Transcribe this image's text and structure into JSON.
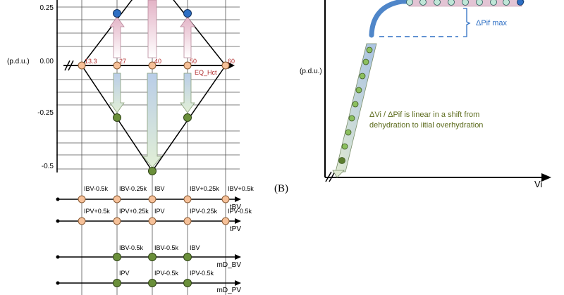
{
  "panel_a": {
    "y_axis_unit": "(p.d.u.)",
    "y_ticks": [
      "0.25",
      "0.00",
      "-0.25",
      "-0.5"
    ],
    "hct_ticks": [
      "13.3",
      "27",
      "40",
      "50",
      "60"
    ],
    "eq_label": "EQ_Hct",
    "tbv_labels": [
      "IBV-0.5k",
      "IBV-0.25k",
      "IBV",
      "IBV+0.25k",
      "IBV+0.5k"
    ],
    "tbv_axis": "tBV",
    "tpv_labels": [
      "IPV+0.5k",
      "IPV+0.25k",
      "IPV",
      "IPV-0.25k",
      "IPV-0.5k"
    ],
    "tpv_axis": "tPV",
    "mdbv_labels": [
      "IBV-0.5k",
      "IBV-0.5k",
      "IBV"
    ],
    "mdbv_axis": "mD_BV",
    "mdpv_labels": [
      "IPV",
      "IPV-0.5k",
      "IPV-0.5k"
    ],
    "mdpv_axis": "mD_PV"
  },
  "panel_b": {
    "label": "(B)",
    "y_axis_unit": "(p.d.u.)",
    "x_axis_label": "Vi",
    "delta_label": "ΔPif max",
    "note_line1": "ΔVi / ΔPif is linear in a shift from",
    "note_line2": "dehydration to iitial overhydration"
  },
  "colors": {
    "orange_node": "#f6c199",
    "blue_node": "#2e6fc4",
    "green_node": "#6a8f3a",
    "teal_node": "#bfe6d7",
    "accent_red": "#b02a2a",
    "curve_blue": "#4f86c9"
  }
}
